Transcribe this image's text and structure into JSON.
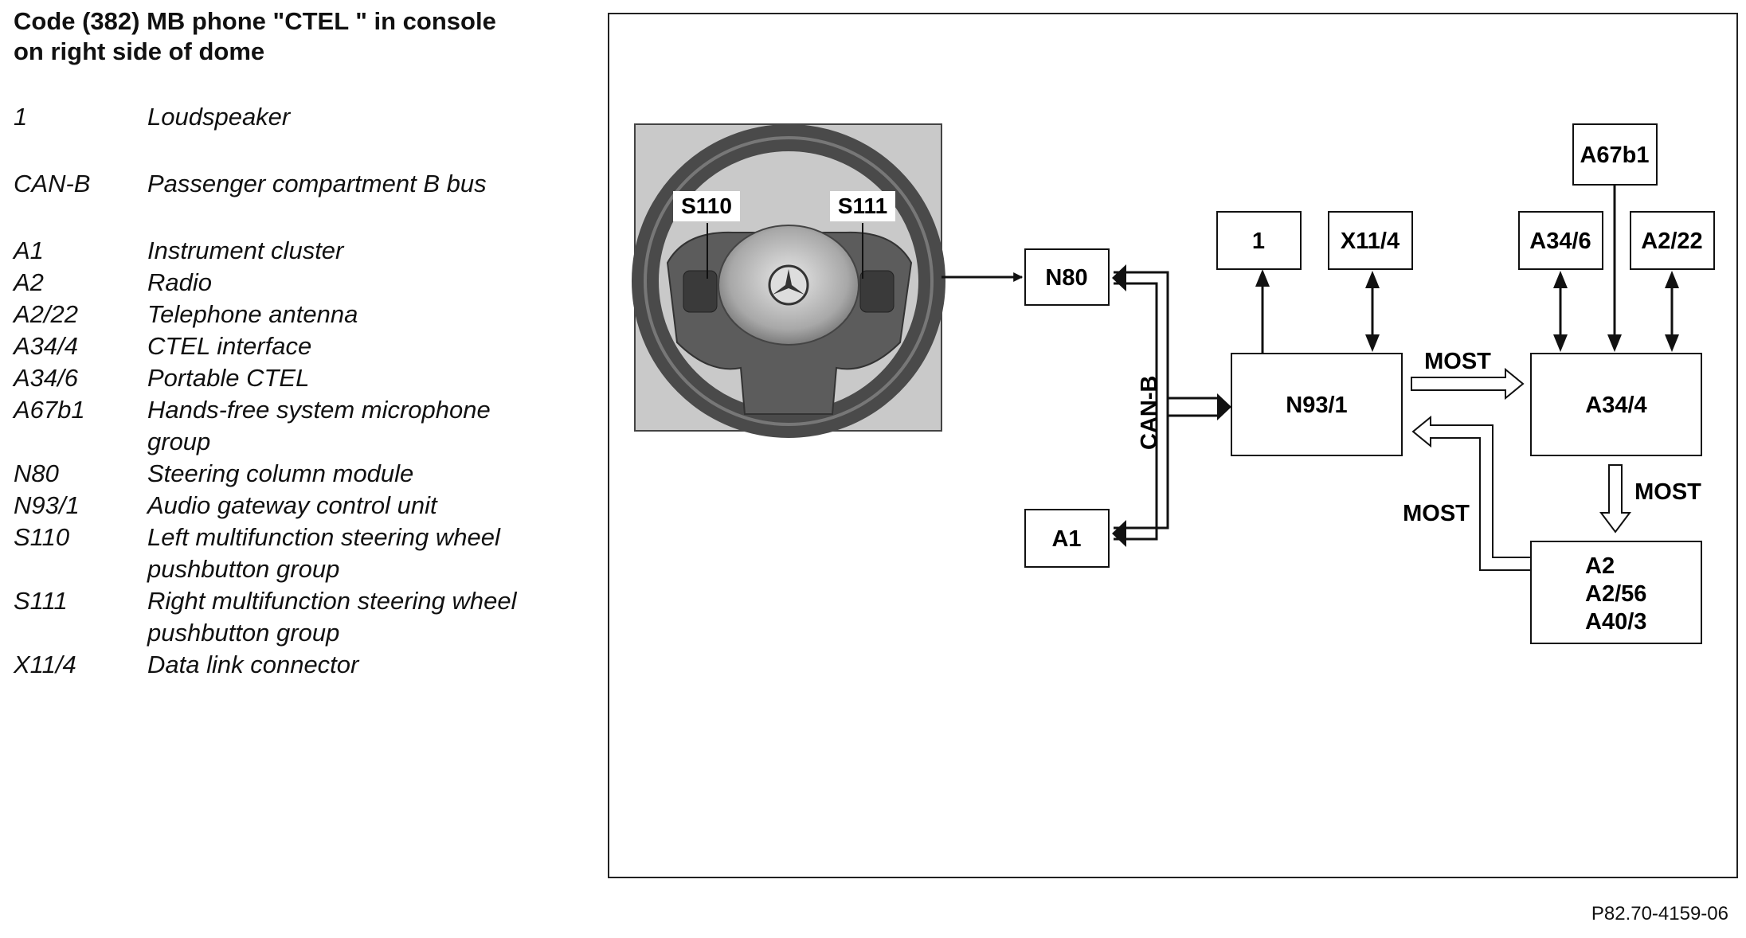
{
  "title_line1": "Code (382) MB phone \"CTEL \" in console",
  "title_line2": "on right side of dome",
  "legend": [
    {
      "code": "1",
      "desc": "Loudspeaker"
    },
    {
      "code": "CAN-B",
      "desc": "Passenger compartment B bus"
    },
    {
      "code": "A1",
      "desc": "Instrument cluster"
    },
    {
      "code": "A2",
      "desc": "Radio"
    },
    {
      "code": "A2/22",
      "desc": "Telephone antenna"
    },
    {
      "code": "A34/4",
      "desc": "CTEL interface"
    },
    {
      "code": "A34/6",
      "desc": "Portable CTEL"
    },
    {
      "code": "A67b1",
      "desc": "Hands-free system microphone group"
    },
    {
      "code": "N80",
      "desc": "Steering column module"
    },
    {
      "code": "N93/1",
      "desc": "Audio gateway control unit"
    },
    {
      "code": "S110",
      "desc": "Left multifunction steering wheel pushbutton group"
    },
    {
      "code": "S111",
      "desc": "Right multifunction steering wheel pushbutton group"
    },
    {
      "code": "X11/4",
      "desc": "Data link connector"
    }
  ],
  "diagram": {
    "wheel_labels": {
      "left": "S110",
      "right": "S111"
    },
    "boxes": {
      "n80": "N80",
      "a1": "A1",
      "loudspeaker": "1",
      "x11_4": "X11/4",
      "n93_1": "N93/1",
      "a67b1": "A67b1",
      "a34_6": "A34/6",
      "a2_22": "A2/22",
      "a34_4": "A34/4",
      "radio_group": [
        "A2",
        "A2/56",
        "A40/3"
      ]
    },
    "bus_labels": {
      "can_b": "CAN-B",
      "most_top": "MOST",
      "most_down": "MOST",
      "most_return": "MOST"
    }
  },
  "figure_ref": "P82.70-4159-06"
}
